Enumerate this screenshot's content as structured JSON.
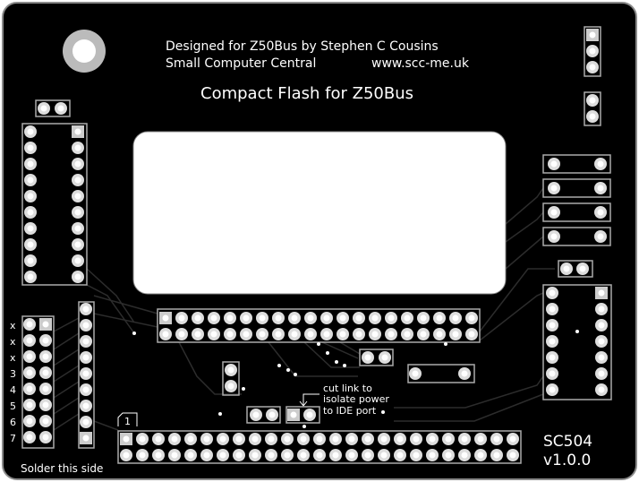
{
  "board": {
    "credit_line1": "Designed for Z50Bus by Stephen C Cousins",
    "credit_line2_left": "Small Computer Central",
    "credit_line2_right": "www.scc-me.uk",
    "title": "Compact Flash for Z50Bus",
    "row_labels": [
      "x",
      "x",
      "x",
      "3",
      "4",
      "5",
      "6",
      "7"
    ],
    "solder_note": "Solder this side",
    "pin1_label": "1",
    "cut_link_note": [
      "cut link to",
      "isolate power",
      "to IDE port"
    ],
    "model": "SC504",
    "version": "v1.0.0"
  },
  "colors": {
    "board": "#000000",
    "silk": "#ffffff",
    "track": "#2a2a2a",
    "pad": "#e8e8e8",
    "outline": "#9a9a9a"
  }
}
